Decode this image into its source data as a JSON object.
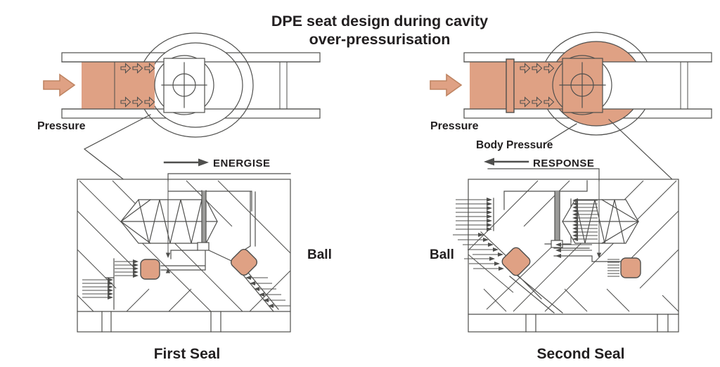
{
  "colors": {
    "salmon": "#dfa184",
    "salmon-dark": "#bf8563",
    "line": "#4f4f4d",
    "ink": "#221f20",
    "bg": "#ffffff"
  },
  "title": {
    "line1": "DPE seat design during cavity",
    "line2": "over-pressurisation"
  },
  "valves": {
    "left": {
      "pressure_label": "Pressure"
    },
    "right": {
      "pressure_label": "Pressure",
      "body_pressure_label": "Body Pressure"
    }
  },
  "details": {
    "left": {
      "direction_label": "ENERGISE",
      "ball_label": "Ball",
      "caption": "First Seal"
    },
    "right": {
      "direction_label": "RESPONSE",
      "ball_label": "Ball",
      "caption": "Second Seal"
    }
  }
}
